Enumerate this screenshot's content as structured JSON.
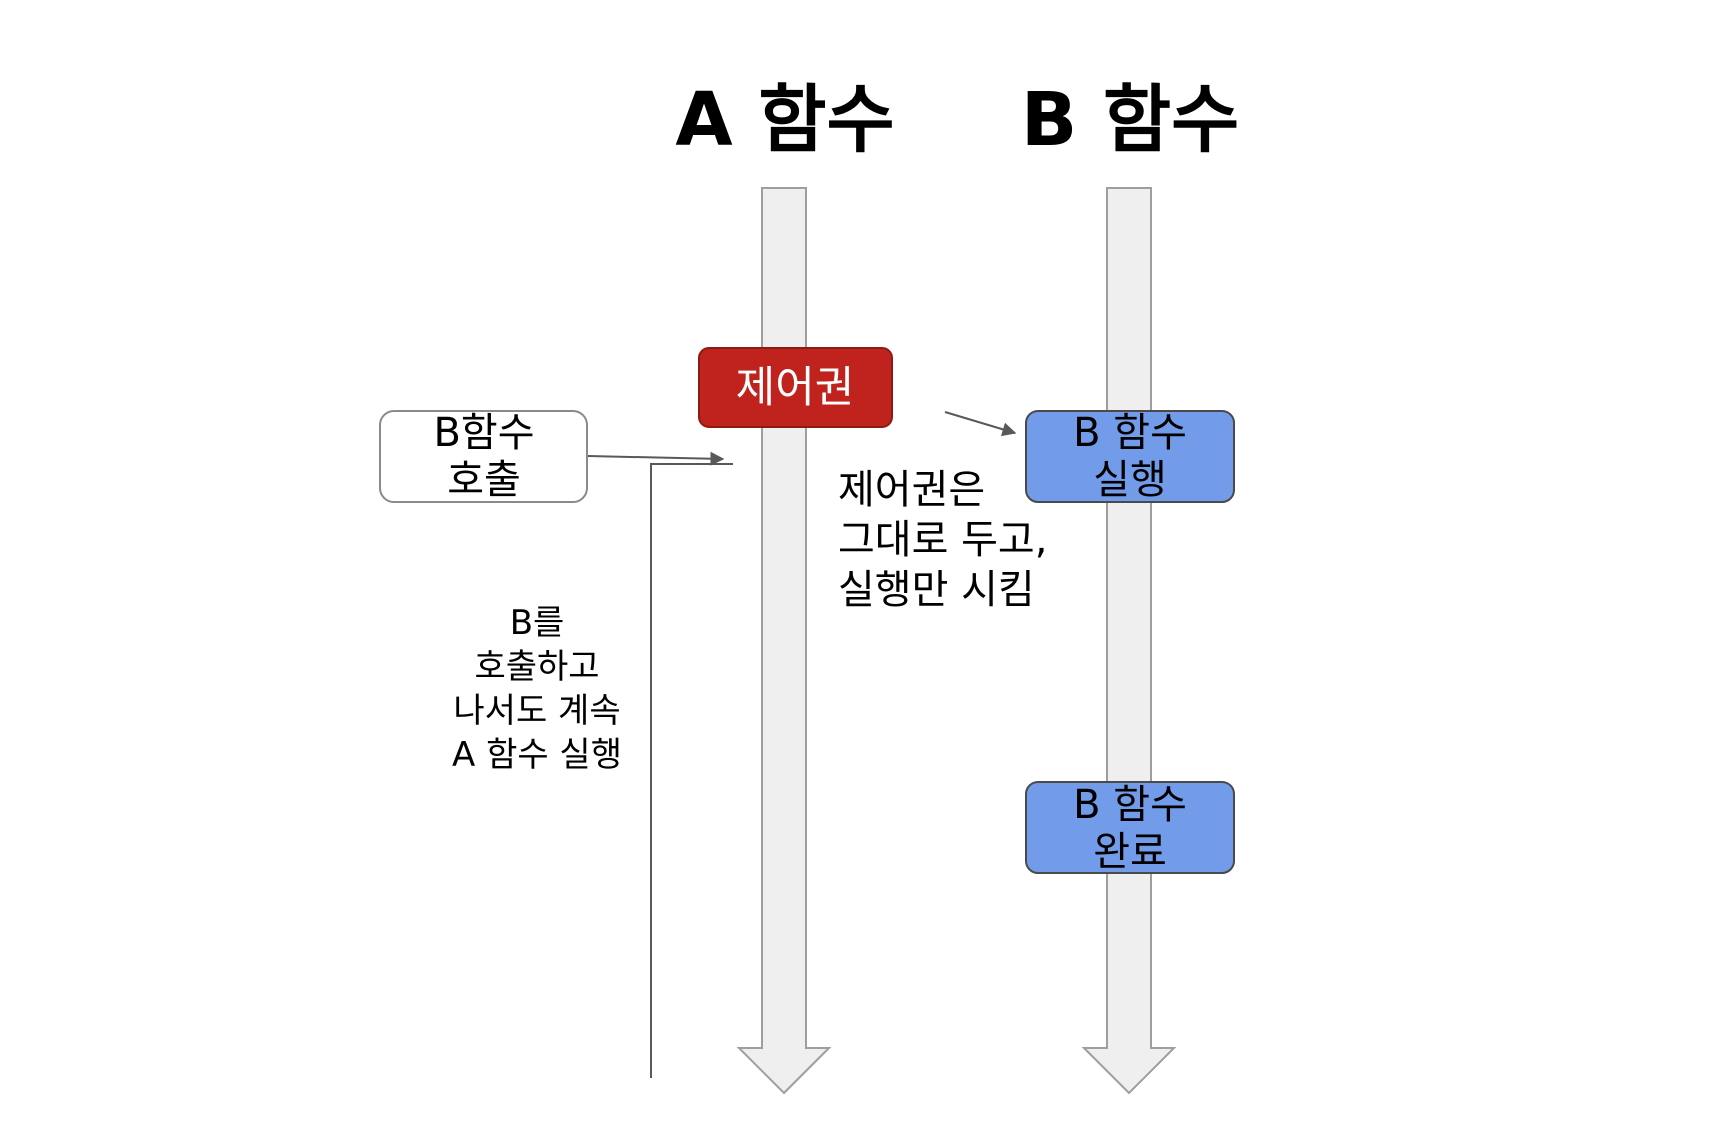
{
  "titles": {
    "a_function": "A 함수",
    "b_function": "B 함수"
  },
  "control_badge": {
    "label": "제어권",
    "color": "#c0231e"
  },
  "call_box": {
    "line1": "B함수",
    "line2": "호출"
  },
  "b_run_box": {
    "line1": "B 함수",
    "line2": "실행",
    "color": "#729cea"
  },
  "b_done_box": {
    "line1": "B 함수",
    "line2": "완료",
    "color": "#729cea"
  },
  "control_note": {
    "line1": "제어권은",
    "line2": "그대로 두고,",
    "line3": "실행만 시킴"
  },
  "continue_note": {
    "line1": "B를",
    "line2": "호출하고",
    "line3": "나서도 계속",
    "line4": "A 함수 실행"
  },
  "colors": {
    "timeline_fill": "#efefef",
    "timeline_stroke": "#9e9e9e",
    "connector": "#595959"
  }
}
